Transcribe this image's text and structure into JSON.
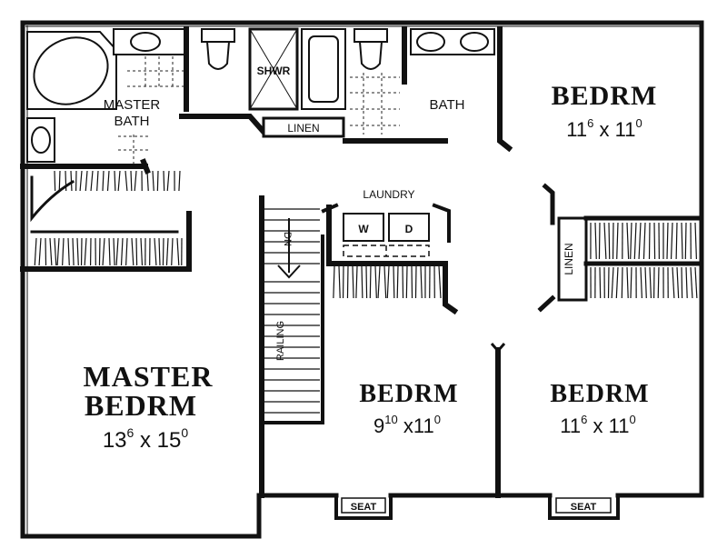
{
  "rooms": {
    "master_bath": {
      "line1": "MASTER",
      "line2": "BATH"
    },
    "shower": "SHWR",
    "linen_upper": "LINEN",
    "bath": "BATH",
    "bedroom_ne": {
      "name": "BEDRM",
      "dim_w": "11",
      "dim_w_sup": "6",
      "sep": "x",
      "dim_l": "11",
      "dim_l_sup": "0"
    },
    "laundry": "LAUNDRY",
    "washer": "W",
    "dryer": "D",
    "stair_down": "DN",
    "linen_side": "LINEN",
    "railing": "RAILING",
    "master_bedroom": {
      "line1": "MASTER",
      "line2": "BEDRM",
      "dim_w": "13",
      "dim_w_sup": "6",
      "sep": "x",
      "dim_l": "15",
      "dim_l_sup": "0"
    },
    "bedroom_mid": {
      "name": "BEDRM",
      "dim_w": "9",
      "dim_w_sup": "10",
      "sep": "x",
      "dim_l": "11",
      "dim_l_sup": "0"
    },
    "bedroom_se": {
      "name": "BEDRM",
      "dim_w": "11",
      "dim_w_sup": "6",
      "sep": "x",
      "dim_l": "11",
      "dim_l_sup": "0"
    },
    "seat_left": "SEAT",
    "seat_right": "SEAT"
  }
}
